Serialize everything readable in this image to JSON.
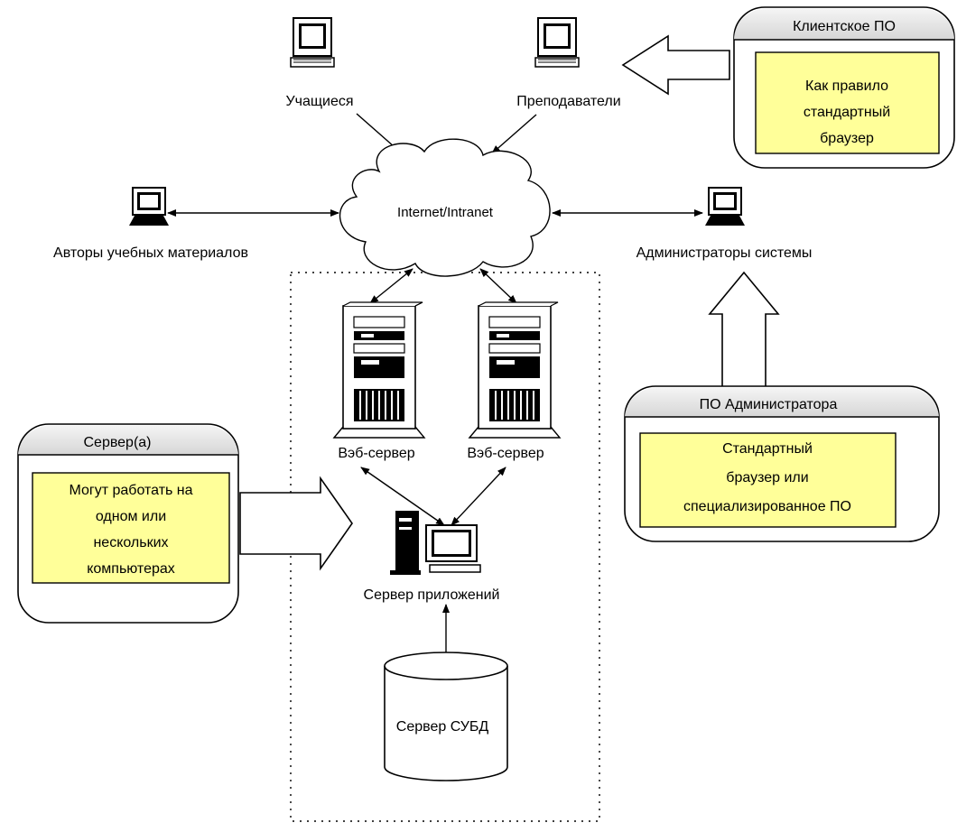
{
  "nodes": {
    "students": "Учащиеся",
    "teachers": "Преподаватели",
    "authors": "Авторы учебных материалов",
    "admins": "Администраторы системы",
    "network": "Internet/Intranet",
    "web_server_1": "Вэб-сервер",
    "web_server_2": "Вэб-сервер",
    "app_server": "Сервер приложений",
    "db_server": "Сервер СУБД"
  },
  "callouts": {
    "client": {
      "title": "Клиентское ПО",
      "body": [
        "Как правило",
        "стандартный",
        "браузер"
      ]
    },
    "admin": {
      "title": "ПО Администратора",
      "body": [
        "Стандартный",
        "браузер или",
        "специализированное ПО"
      ]
    },
    "server": {
      "title": "Сервер(а)",
      "body": [
        "Могут работать на",
        "одном или",
        "нескольких",
        "компьютерах"
      ]
    }
  },
  "colors": {
    "note_fill": "#ffff99",
    "header_fill": "#e4e4e4",
    "line": "#000000",
    "background": "#ffffff"
  }
}
